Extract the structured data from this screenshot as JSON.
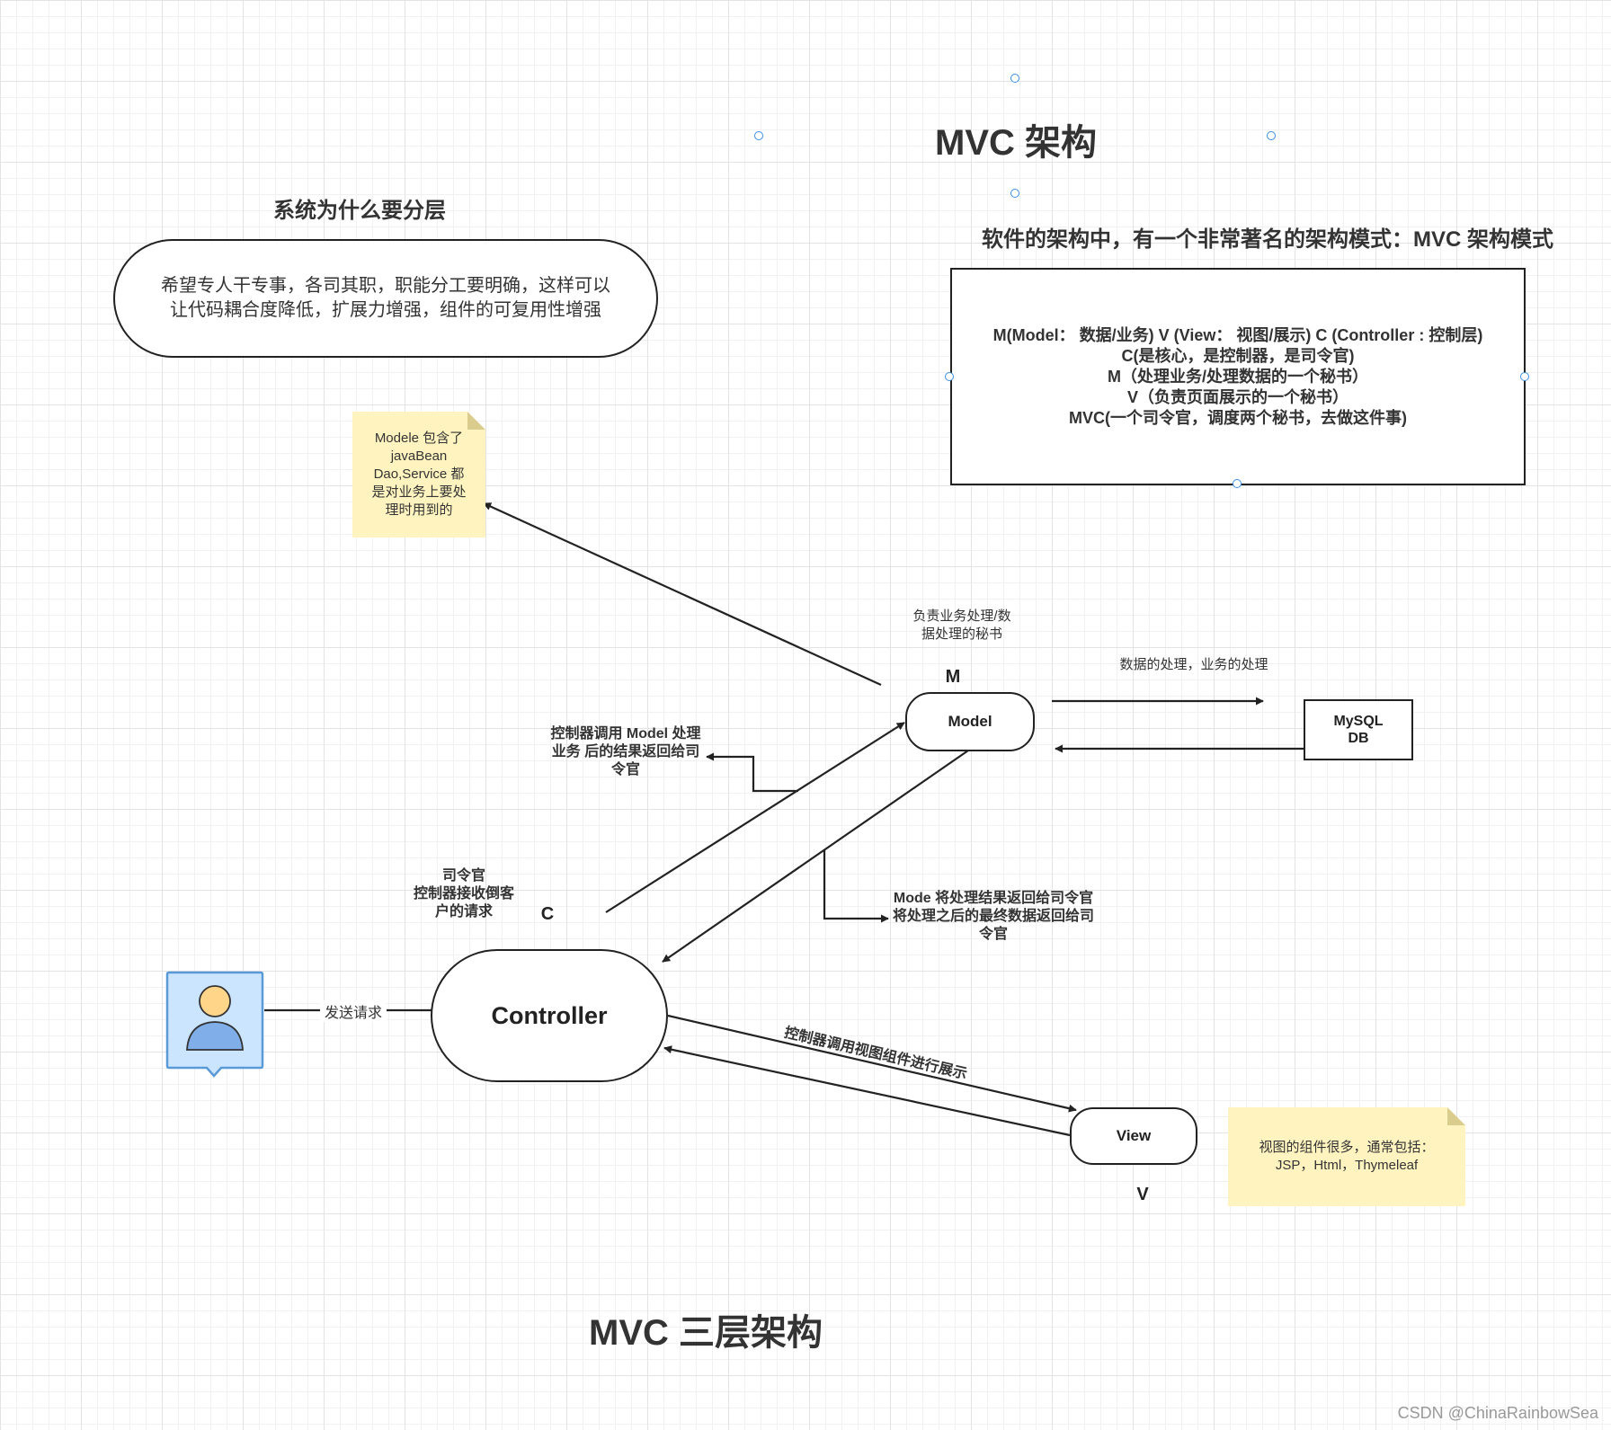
{
  "titles": {
    "main": "MVC 架构",
    "bottom": "MVC 三层架构",
    "why_layers": "系统为什么要分层",
    "pattern_intro": "软件的架构中，有一个非常著名的架构模式：MVC 架构模式"
  },
  "why_layers_box": {
    "line1": "希望专人干专事，各司其职，职能分工要明确，这样可以",
    "line2": "让代码耦合度降低，扩展力增强，组件的可复用性增强"
  },
  "mvc_definition_box": {
    "line1": "M(Model： 数据/业务) V (View： 视图/展示) C (Controller : 控制层)",
    "line2": "C(是核心，是控制器，是司令官)",
    "line3": "M（处理业务/处理数据的一个秘书）",
    "line4": "V（负责页面展示的一个秘书）",
    "line5": "MVC(一个司令官，调度两个秘书，去做这件事)"
  },
  "model_note": {
    "line1": "Modele 包含了",
    "line2": "javaBean",
    "line3": "Dao,Service 都",
    "line4": "是对业务上要处",
    "line5": "理时用到的"
  },
  "view_note": {
    "line1": "视图的组件很多，通常包括：",
    "line2": "JSP，Html，Thymeleaf"
  },
  "nodes": {
    "controller": "Controller",
    "model": "Model",
    "view": "View",
    "db_line1": "MySQL",
    "db_line2": "DB"
  },
  "letters": {
    "m": "M",
    "c": "C",
    "v": "V"
  },
  "labels": {
    "model_role_line1": "负责业务处理/数",
    "model_role_line2": "据处理的秘书",
    "data_processing": "数据的处理，业务的处理",
    "ctrl_calls_model_line1": "控制器调用 Model 处理",
    "ctrl_calls_model_line2": "业务 后的结果返回给司",
    "ctrl_calls_model_line3": "令官",
    "commander_line1": "司令官",
    "commander_line2": "控制器接收倒客",
    "commander_line3": "户的请求",
    "model_returns_line1": "Mode 将处理结果返回给司令官",
    "model_returns_line2": "将处理之后的最终数据返回给司",
    "model_returns_line3": "令官",
    "send_request": "发送请求",
    "ctrl_calls_view": "控制器调用视图组件进行展示"
  },
  "watermark": "CSDN @ChinaRainbowSea",
  "colors": {
    "stroke": "#222222",
    "sticky": "#fff4bf",
    "user_bg": "#cce5ff",
    "user_border": "#5a9ad6",
    "user_head": "#ffd58a",
    "user_body": "#7faee8",
    "handle": "#3a8ee6"
  },
  "icons": {
    "user": "user-icon"
  }
}
